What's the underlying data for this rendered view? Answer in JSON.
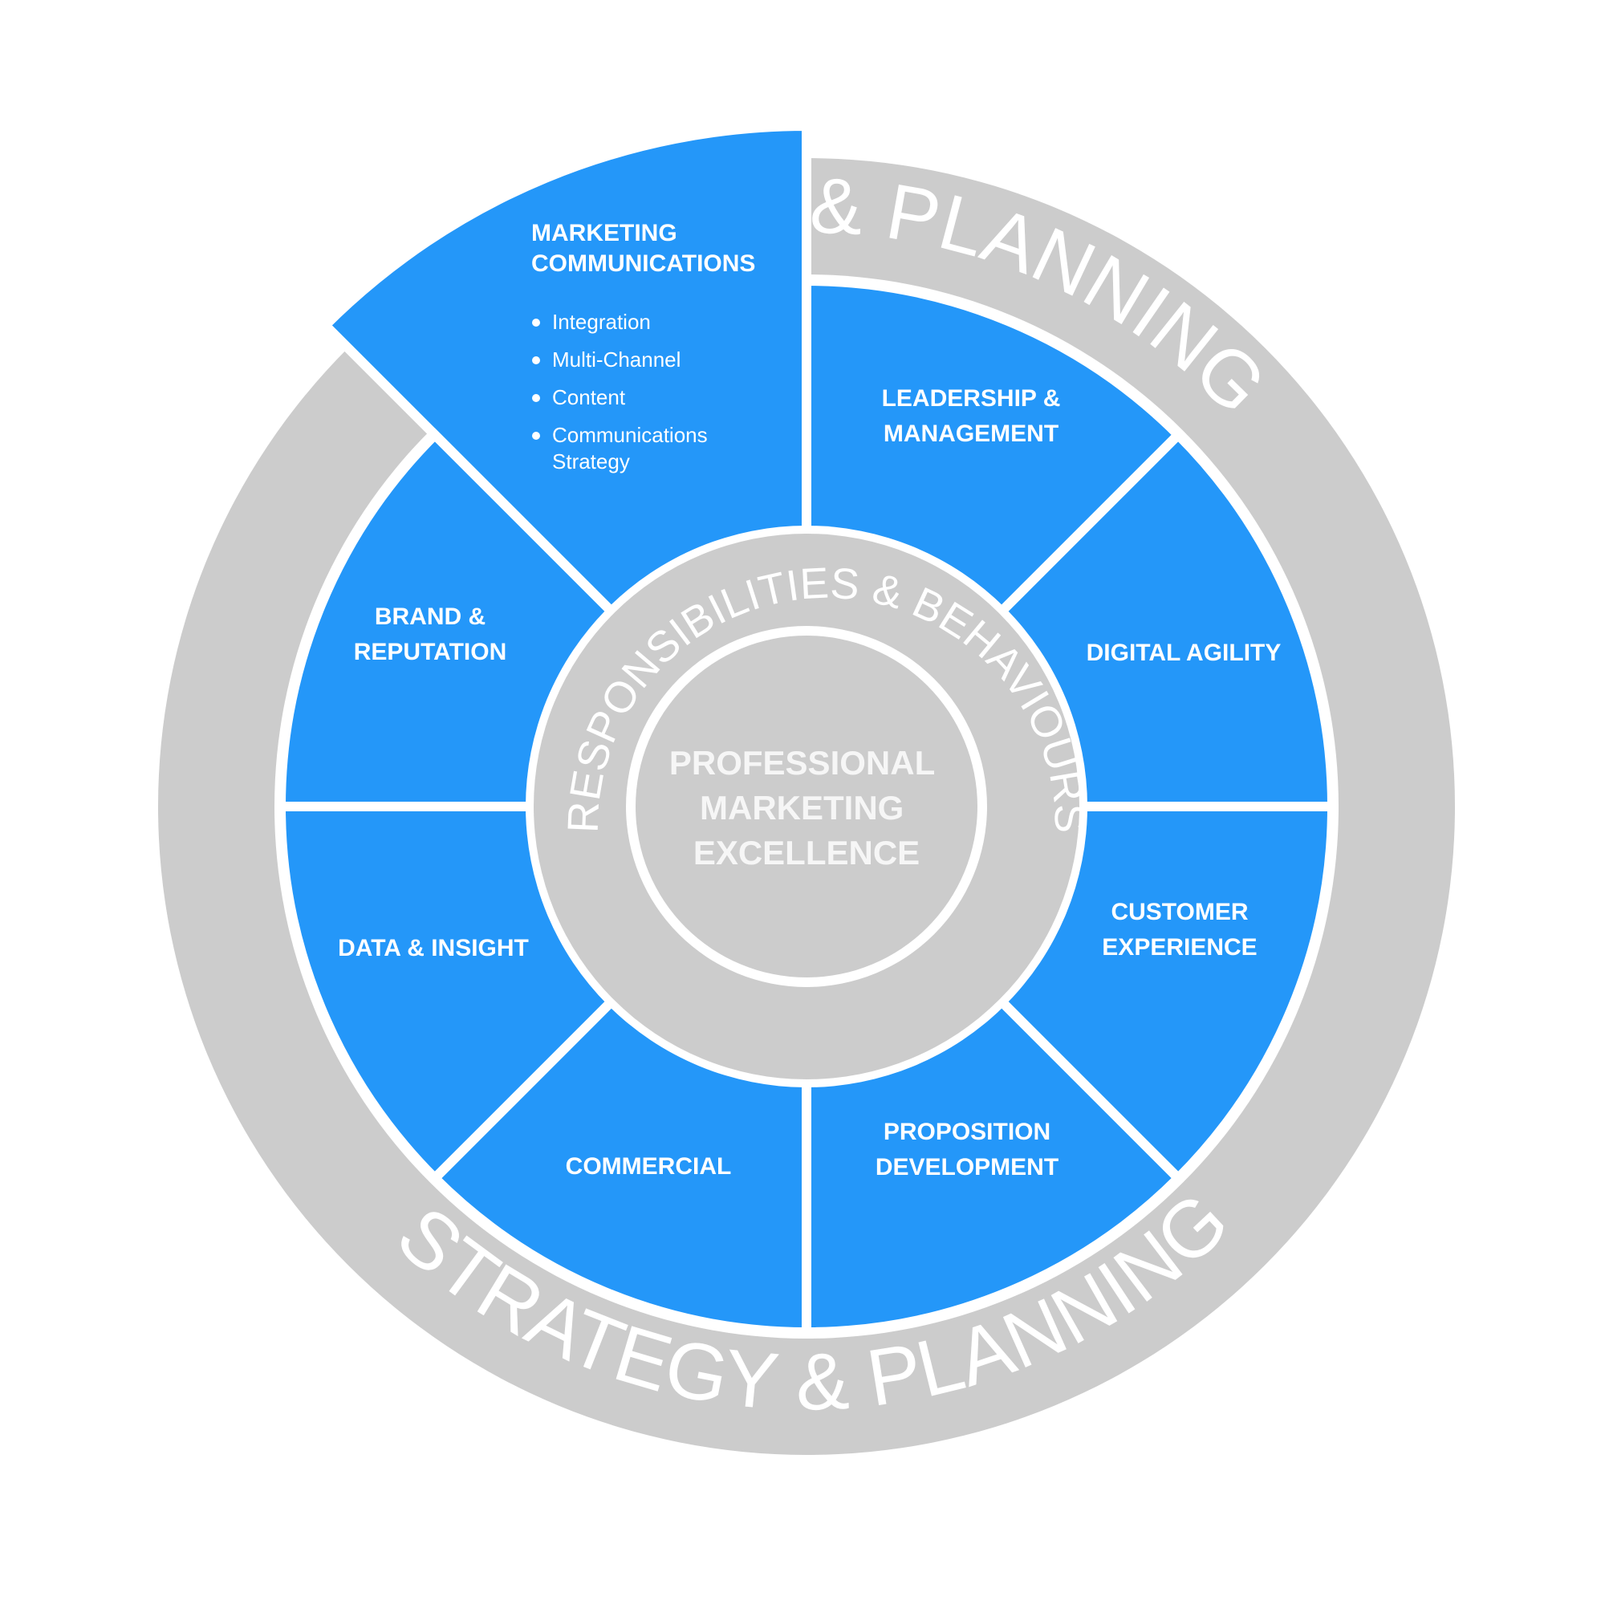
{
  "colors": {
    "segment_blue": "#2497f9",
    "ring_grey": "#cccccc",
    "background": "#ffffff",
    "text": "#ffffff"
  },
  "outer_ring": {
    "top_text": "& PLANNING",
    "bottom_text": "STRATEGY & PLANNING"
  },
  "middle_ring": {
    "text": "RESPONSIBILITIES & BEHAVIOURS"
  },
  "center": {
    "lines": [
      "PROFESSIONAL",
      "MARKETING",
      "EXCELLENCE"
    ]
  },
  "segments": [
    {
      "id": "marketing-communications",
      "lines": [
        "MARKETING",
        "COMMUNICATIONS"
      ],
      "highlighted": true,
      "bullets": [
        "Integration",
        "Multi-Channel",
        "Content",
        "Communications Strategy"
      ]
    },
    {
      "id": "leadership-management",
      "lines": [
        "LEADERSHIP &",
        "MANAGEMENT"
      ]
    },
    {
      "id": "digital-agility",
      "lines": [
        "DIGITAL AGILITY"
      ]
    },
    {
      "id": "customer-experience",
      "lines": [
        "CUSTOMER",
        "EXPERIENCE"
      ]
    },
    {
      "id": "proposition-development",
      "lines": [
        "PROPOSITION",
        "DEVELOPMENT"
      ]
    },
    {
      "id": "commercial",
      "lines": [
        "COMMERCIAL"
      ]
    },
    {
      "id": "data-insight",
      "lines": [
        "DATA & INSIGHT"
      ]
    },
    {
      "id": "brand-reputation",
      "lines": [
        "BRAND &",
        "REPUTATION"
      ]
    }
  ]
}
